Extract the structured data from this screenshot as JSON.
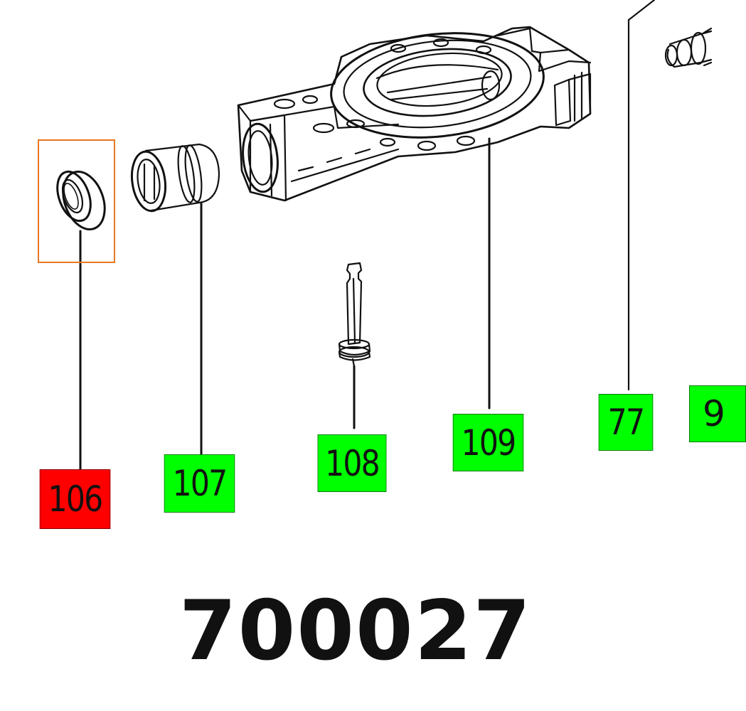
{
  "diagram": {
    "part_number": "700027",
    "highlight_color": "#e87722",
    "selected_color": "#ff0000",
    "default_label_color": "#00ff00",
    "labels": [
      {
        "id": "106",
        "text": "106",
        "state": "selected",
        "part": "seal ring"
      },
      {
        "id": "107",
        "text": "107",
        "state": "default",
        "part": "bearing sleeve"
      },
      {
        "id": "108",
        "text": "108",
        "state": "default",
        "part": "pin"
      },
      {
        "id": "109",
        "text": "109",
        "state": "default",
        "part": "housing"
      },
      {
        "id": "77",
        "text": "77",
        "state": "default",
        "part": "cable"
      },
      {
        "id": "9",
        "text": "9",
        "state": "default",
        "part": "connector"
      }
    ]
  }
}
